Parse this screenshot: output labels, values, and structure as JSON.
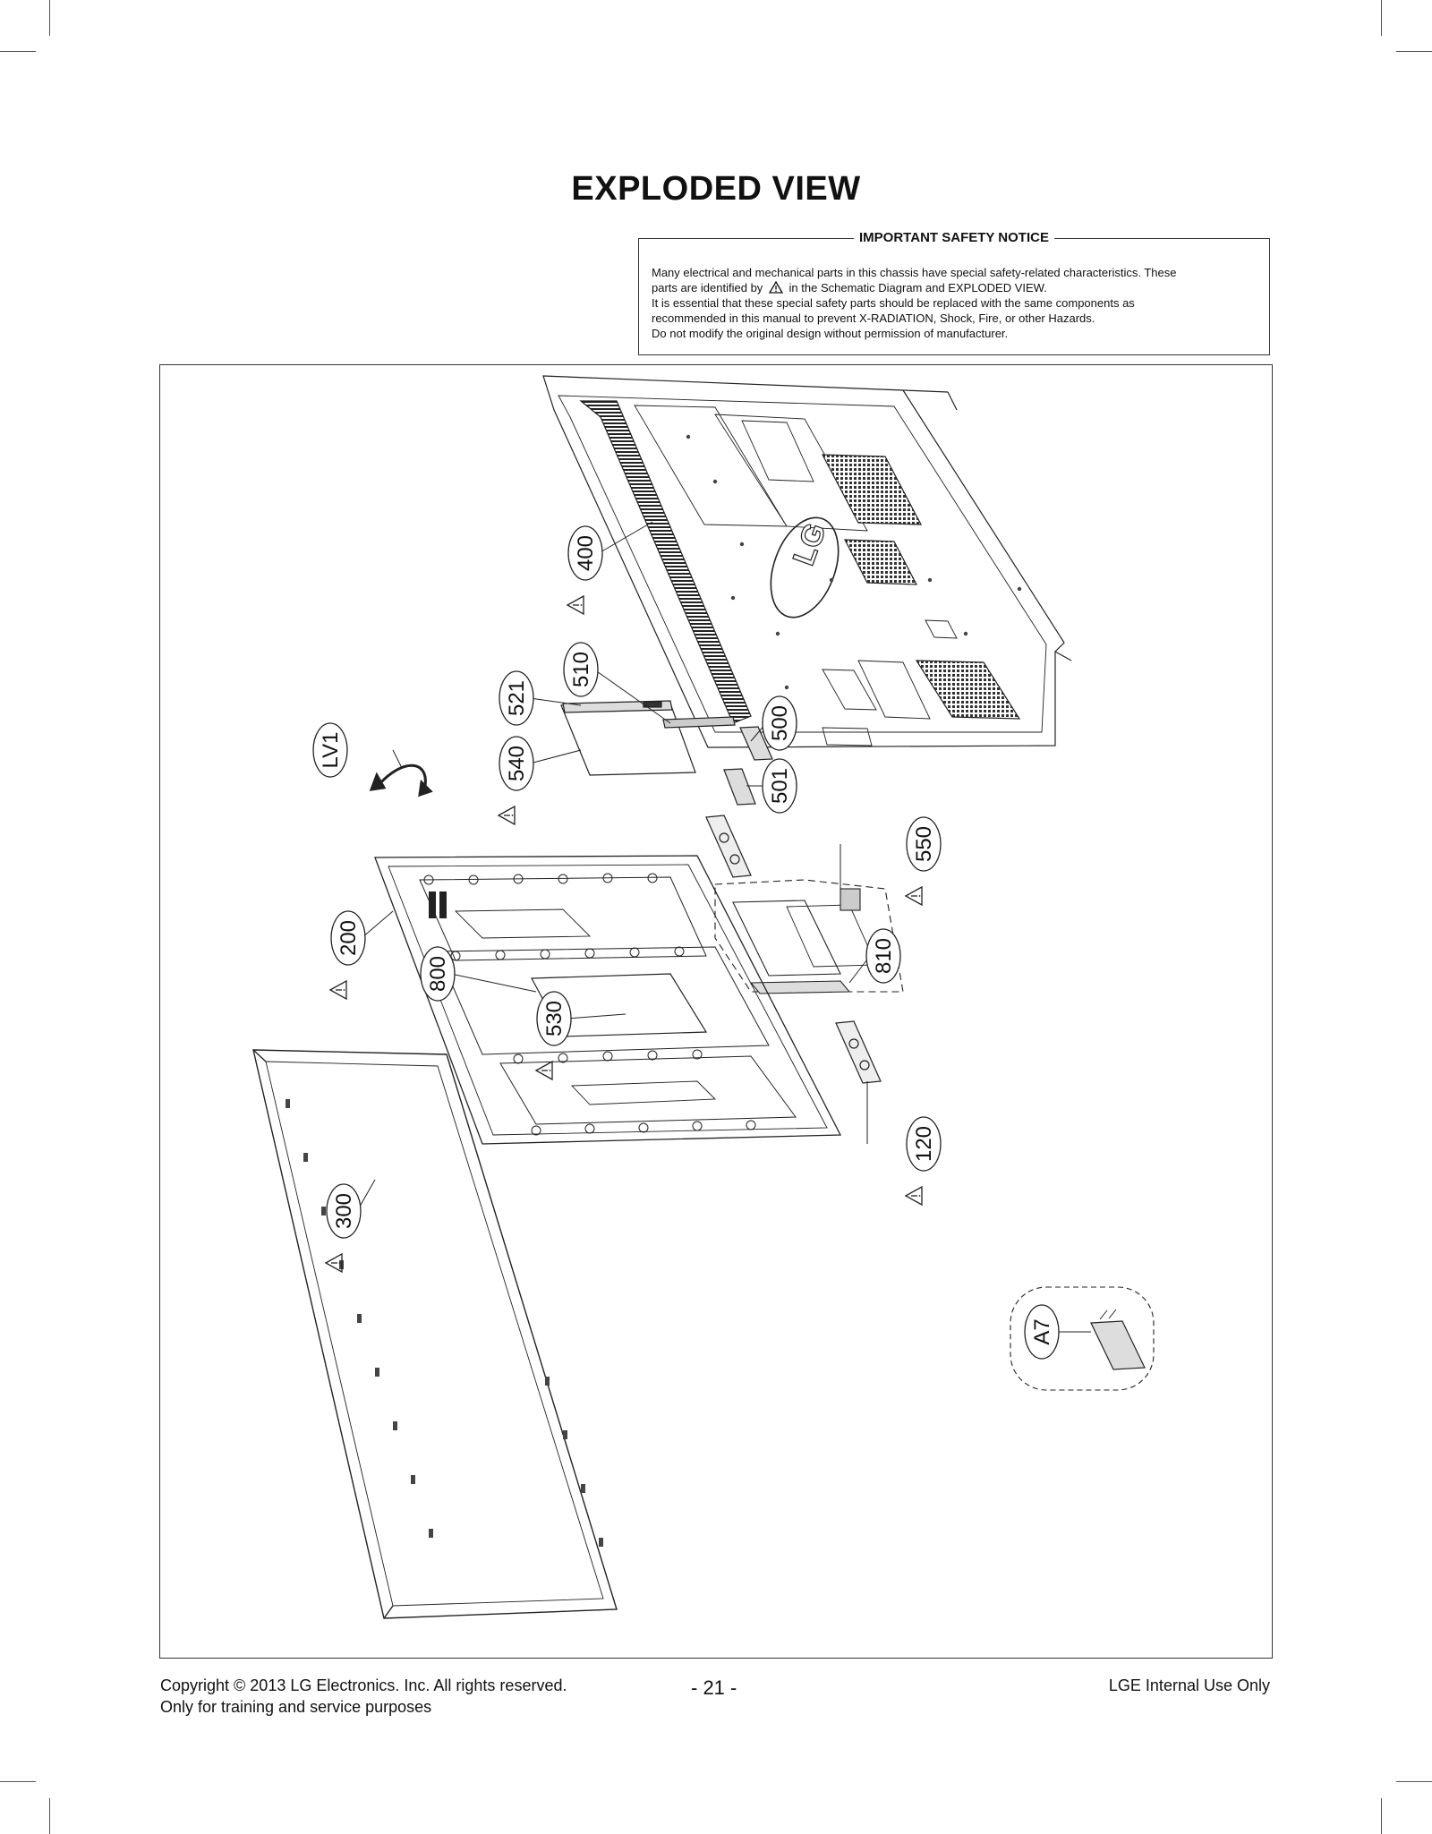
{
  "page": {
    "title": "EXPLODED VIEW"
  },
  "safety_notice": {
    "heading": "IMPORTANT SAFETY NOTICE",
    "line1": "Many electrical and mechanical parts in this chassis have special safety-related characteristics. These",
    "line2_prefix": "parts are identified by",
    "line2_suffix": "in the Schematic Diagram and EXPLODED VIEW.",
    "line3": "It is essential that these special safety parts should be replaced with the same components as",
    "line4": "recommended in this manual to prevent X-RADIATION, Shock, Fire, or other Hazards.",
    "line5": "Do not modify the original design without permission of manufacturer."
  },
  "parts": [
    {
      "id": "400",
      "safety": true
    },
    {
      "id": "510",
      "safety": false
    },
    {
      "id": "521",
      "safety": false
    },
    {
      "id": "500",
      "safety": false
    },
    {
      "id": "540",
      "safety": true
    },
    {
      "id": "LV1",
      "safety": false
    },
    {
      "id": "501",
      "safety": false
    },
    {
      "id": "550",
      "safety": true
    },
    {
      "id": "200",
      "safety": true
    },
    {
      "id": "810",
      "safety": false
    },
    {
      "id": "800",
      "safety": false
    },
    {
      "id": "530",
      "safety": true
    },
    {
      "id": "120",
      "safety": true
    },
    {
      "id": "300",
      "safety": true
    },
    {
      "id": "A7",
      "safety": false
    }
  ],
  "footer": {
    "copyright": "Copyright © 2013 LG Electronics. Inc. All rights reserved.",
    "purpose": "Only for training and service purposes",
    "page_number": "- 21 -",
    "internal": "LGE Internal Use Only"
  },
  "diagram": {
    "logo_text": "LG"
  }
}
